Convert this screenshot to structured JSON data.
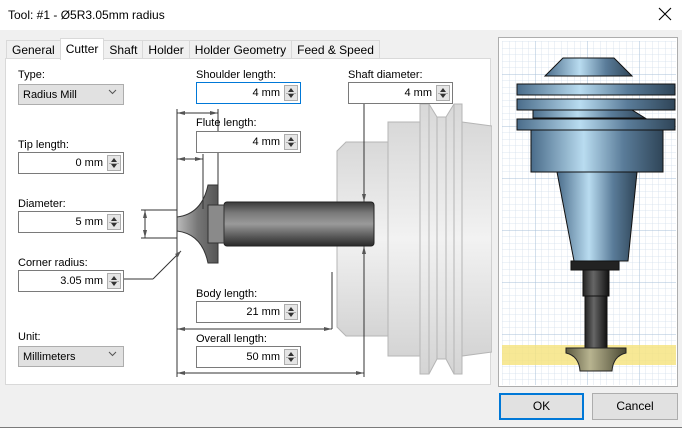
{
  "window": {
    "title": "Tool: #1 - Ø5R3.05mm radius",
    "close_icon": "close-icon"
  },
  "tabs": [
    {
      "label": "General",
      "active": false
    },
    {
      "label": "Cutter",
      "active": true
    },
    {
      "label": "Shaft",
      "active": false
    },
    {
      "label": "Holder",
      "active": false
    },
    {
      "label": "Holder Geometry",
      "active": false
    },
    {
      "label": "Feed & Speed",
      "active": false
    }
  ],
  "fields": {
    "type": {
      "label": "Type:",
      "value": "Radius Mill"
    },
    "tip_length": {
      "label": "Tip length:",
      "value": "0 mm"
    },
    "diameter": {
      "label": "Diameter:",
      "value": "5 mm"
    },
    "corner_radius": {
      "label": "Corner radius:",
      "value": "3.05 mm"
    },
    "unit": {
      "label": "Unit:",
      "value": "Millimeters"
    },
    "shoulder_length": {
      "label": "Shoulder length:",
      "value": "4 mm"
    },
    "flute_length": {
      "label": "Flute length:",
      "value": "4 mm"
    },
    "shaft_diameter": {
      "label": "Shaft diameter:",
      "value": "4 mm"
    },
    "body_length": {
      "label": "Body length:",
      "value": "21 mm"
    },
    "overall_length": {
      "label": "Overall length:",
      "value": "50 mm"
    }
  },
  "buttons": {
    "ok": "OK",
    "cancel": "Cancel"
  },
  "colors": {
    "accent": "#0078d7",
    "holder_blue": "#5a7d9a",
    "material_yellow": "#f5e27a",
    "grid": "#b9cde0"
  }
}
